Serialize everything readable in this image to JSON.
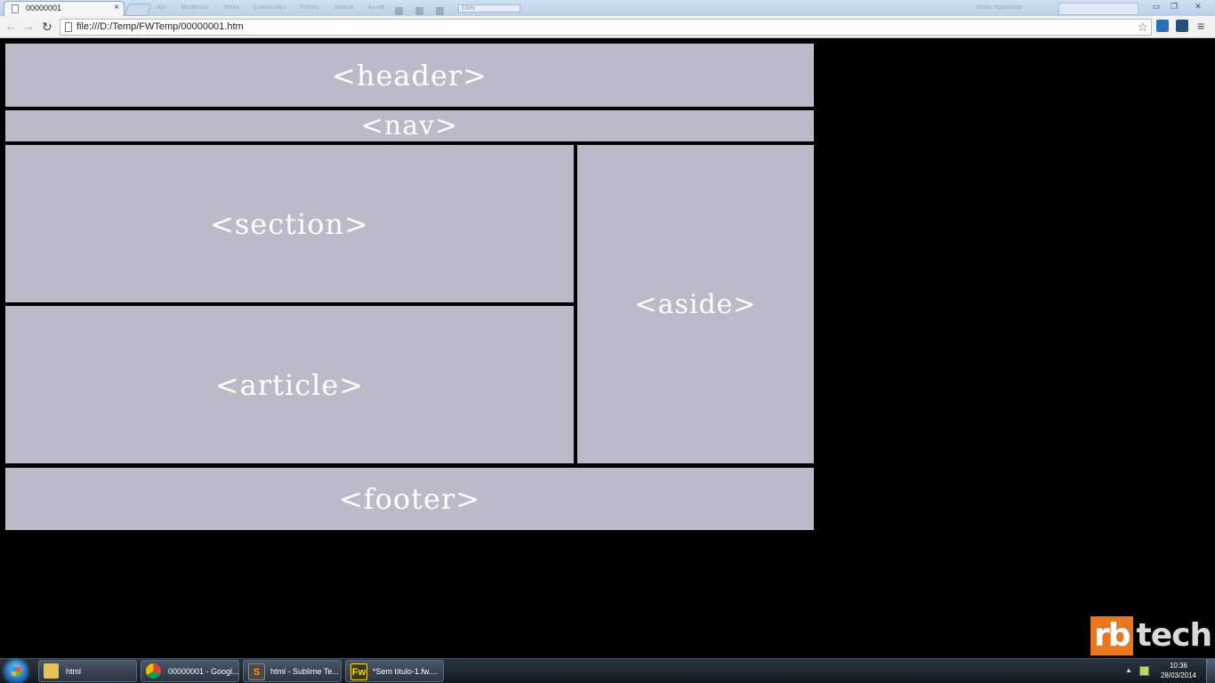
{
  "browser": {
    "tab_title": "00000001",
    "tab_close": "×",
    "background_menu": [
      "...ibir",
      "Modificar",
      "Texto",
      "Comandos",
      "Filtros",
      "Janela",
      "Ajuda"
    ],
    "background_zoom": "100%",
    "background_right_label": "Modo expandido",
    "url": "file:///D:/Temp/FWTemp/00000001.htm"
  },
  "page": {
    "header": "<header>",
    "nav": "<nav>",
    "section": "<section>",
    "article": "<article>",
    "aside": "<aside>",
    "footer": "<footer>",
    "block_color": "#bcbac9",
    "background_color": "#000000"
  },
  "logo": {
    "part1": "rb",
    "part2": "tech",
    "accent_color": "#e87722"
  },
  "taskbar": {
    "items": [
      {
        "label": "html",
        "icon": "folder-icon"
      },
      {
        "label": "00000001 - Googl...",
        "icon": "chrome-icon"
      },
      {
        "label": "html - Sublime Te...",
        "icon": "sublime-icon"
      },
      {
        "label": "*Sem título-1.fw....",
        "icon": "fireworks-icon"
      }
    ],
    "time": "10:36",
    "date": "28/03/2014"
  }
}
